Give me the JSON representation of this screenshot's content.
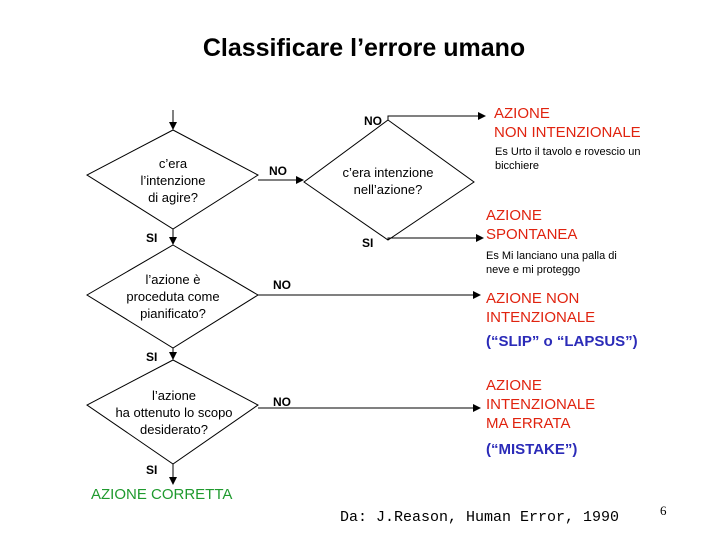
{
  "title": "Classificare l’errore umano",
  "decisions": {
    "d1": [
      "c’era",
      "l’intenzione",
      "di agire?"
    ],
    "d2": [
      "c’era intenzione",
      "nell’azione?"
    ],
    "d3": [
      "l’azione è",
      "proceduta come",
      "pianificato?"
    ],
    "d4": [
      "l’azione",
      "ha ottenuto lo scopo",
      "desiderato?"
    ]
  },
  "labels": {
    "d2_no": "NO",
    "d1_no": "NO",
    "d1_si": "SI",
    "d2_si": "SI",
    "d3_no": "NO",
    "d3_si": "SI",
    "d4_no": "NO",
    "d4_si": "SI"
  },
  "outcomes": {
    "o1": {
      "line1": "AZIONE",
      "line2": "NON INTENZIONALE",
      "note1": "Es Urto il tavolo e rovescio un",
      "note2": "bicchiere"
    },
    "o2": {
      "line1": "AZIONE",
      "line2": "SPONTANEA",
      "note1": "Es Mi lanciano una palla di",
      "note2": "neve e mi proteggo"
    },
    "o3": {
      "line1": "AZIONE NON",
      "line2": "INTENZIONALE",
      "line3": "(“SLIP” o “LAPSUS”)"
    },
    "o4": {
      "line1": "AZIONE",
      "line2": "INTENZIONALE",
      "line3": "MA ERRATA",
      "line4": "(“MISTAKE”)"
    }
  },
  "final_outcome": "AZIONE CORRETTA",
  "source": "Da: J.Reason, Human Error, 1990",
  "page_number": "6",
  "colors": {
    "red": "#e0230f",
    "blue": "#2b2bb8",
    "green": "#1f9a2e"
  }
}
